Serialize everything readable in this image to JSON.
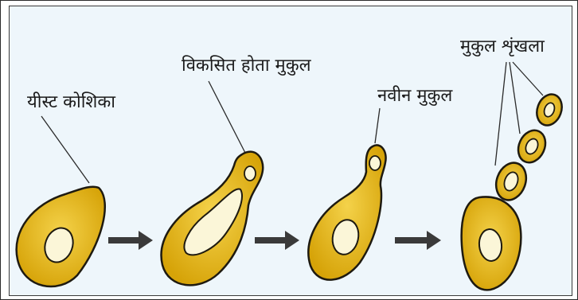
{
  "labels": {
    "yeast_cell": "यीस्ट कोशिका",
    "developing_bud": "विकसित होता मुकुल",
    "new_bud": "नवीन मुकुल",
    "bud_chain": "मुकुल शृंखला"
  },
  "colors": {
    "panel_background": "#eef6fb",
    "cell_wall": "#d9a90f",
    "cell_outline": "#1e1a10",
    "vacuole": "#fbf6d8",
    "arrow": "#3a3a3a"
  }
}
